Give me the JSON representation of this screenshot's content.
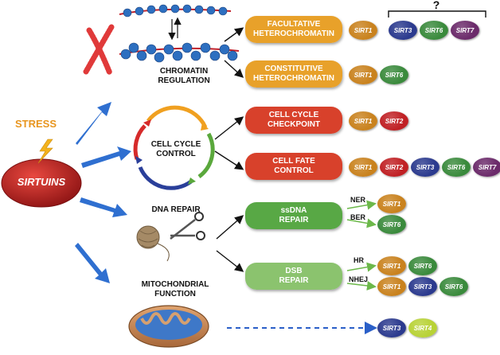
{
  "stress_label": "STRESS",
  "sirtuins_label": "SIRTUINS",
  "processes": [
    {
      "label": "CHROMATIN\nREGULATION"
    },
    {
      "label": "CELL CYCLE\nCONTROL"
    },
    {
      "label": "DNA REPAIR"
    },
    {
      "label": "MITOCHONDRIAL\nFUNCTION"
    }
  ],
  "question_mark": "?",
  "outcomes": [
    {
      "label": "FACULTATIVE\nHETEROCHROMATIN",
      "color": "#e8a12a"
    },
    {
      "label": "CONSTITUTIVE\nHETEROCHROMATIN",
      "color": "#e8a12a"
    },
    {
      "label": "CELL CYCLE\nCHECKPOINT",
      "color": "#d8412b"
    },
    {
      "label": "CELL FATE\nCONTROL",
      "color": "#d8412b"
    },
    {
      "label": "ssDNA\nREPAIR",
      "color": "#58a845"
    },
    {
      "label": "DSB\nREPAIR",
      "color": "#8bc36e"
    }
  ],
  "pathways": [
    "NER",
    "BER",
    "HR",
    "NHEJ"
  ],
  "sirt_colors": {
    "SIRT1": "#c9821e",
    "SIRT2": "#c02024",
    "SIRT3": "#2b3a8e",
    "SIRT6": "#3a8a3c",
    "SIRT7": "#6b2a6a",
    "SIRT4": "#b8d236"
  },
  "sirt_rows": [
    [
      "SIRT1"
    ],
    [
      "SIRT3",
      "SIRT6",
      "SIRT7"
    ],
    [
      "SIRT1",
      "SIRT6"
    ],
    [
      "SIRT1",
      "SIRT2"
    ],
    [
      "SIRT1",
      "SIRT2",
      "SIRT3",
      "SIRT6",
      "SIRT7"
    ],
    [
      "SIRT1"
    ],
    [
      "SIRT6"
    ],
    [
      "SIRT1",
      "SIRT6"
    ],
    [
      "SIRT1",
      "SIRT3",
      "SIRT6"
    ],
    [
      "SIRT3",
      "SIRT4"
    ]
  ]
}
